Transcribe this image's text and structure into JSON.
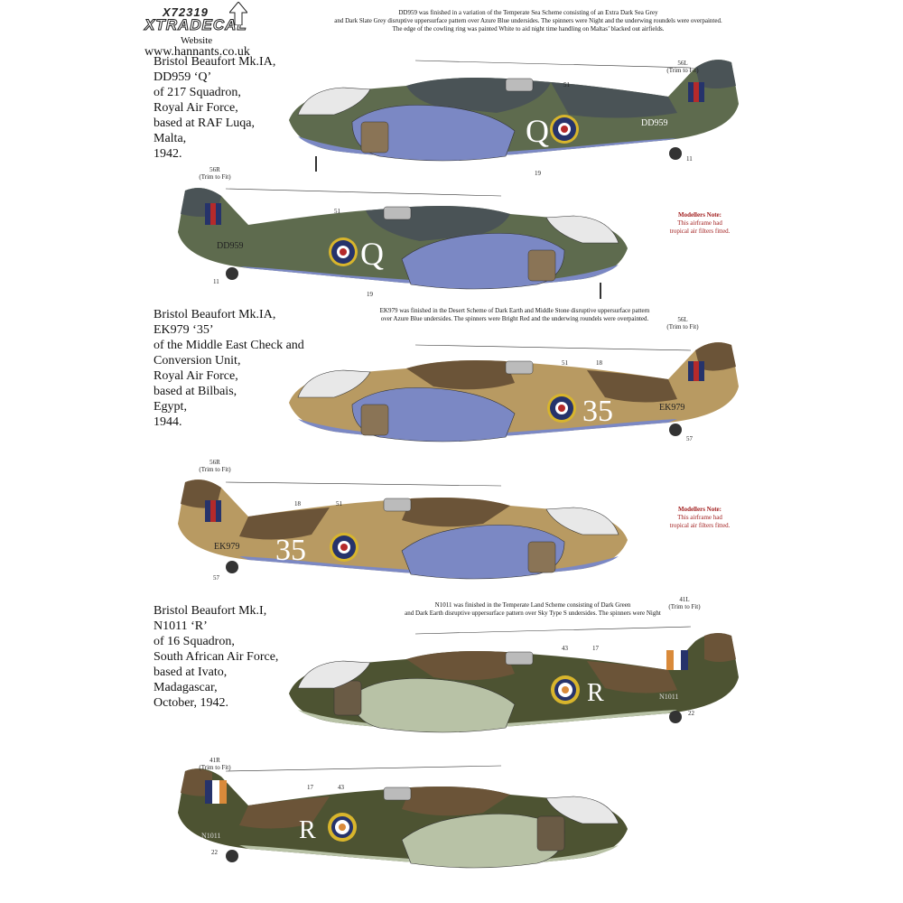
{
  "brand": {
    "code": "X72319",
    "logo": "XTRADECAL",
    "website_label": "Website",
    "url": "www.hannants.co.uk"
  },
  "profiles": [
    {
      "caption": [
        "Bristol Beaufort Mk.IA,",
        "DD959 ‘Q’",
        "of 217 Squadron,",
        "Royal Air Force,",
        "based at RAF Luqa,",
        "Malta,",
        "1942."
      ],
      "note": [
        "DD959 was finished in a variation of the Temperate Sea Scheme consisting of an Extra Dark Sea Grey",
        "and Dark Slate Grey disruptive uppersurface pattern over Azure Blue undersides. The spinners were Night and the underwing roundels were overpainted.",
        "The edge of the cowling ring was painted White to aid night time handling on Maltas’ blacked out airfields."
      ],
      "left_side": {
        "letter": "Q",
        "serial": "DD959",
        "fin_ref": "56L",
        "trim": "(Trim to Fit)",
        "roundel_ref": "51",
        "under_ref": "19",
        "wheel_ref": "11"
      },
      "right_side": {
        "letter": "Q",
        "serial": "DD959",
        "fin_ref": "56R",
        "trim": "(Trim to Fit)",
        "roundel_ref": "51",
        "under_ref": "19",
        "wheel_ref": "11"
      },
      "modellers_note": {
        "title": "Modellers Note:",
        "lines": [
          "This airframe had",
          "tropical air filters fitted."
        ]
      }
    },
    {
      "caption": [
        "Bristol Beaufort Mk.IA,",
        "EK979 ‘35’",
        "of the Middle East Check and",
        "Conversion Unit,",
        "Royal Air Force,",
        "based at Bilbais,",
        "Egypt,",
        "1944."
      ],
      "note": [
        "EK979 was finished in the Desert Scheme of Dark Earth and Middle Stone disruptive uppersurface pattern",
        "over Azure Blue undersides. The spinners were Bright Red and the underwing roundels were overpainted."
      ],
      "left_side": {
        "letter": "35",
        "serial": "EK979",
        "fin_ref": "56L",
        "trim": "(Trim to Fit)",
        "roundel_ref": "51",
        "code_ref": "18",
        "wheel_ref": "57"
      },
      "right_side": {
        "letter": "35",
        "serial": "EK979",
        "fin_ref": "56R",
        "trim": "(Trim to Fit)",
        "roundel_ref": "51",
        "code_ref": "18",
        "wheel_ref": "57"
      },
      "modellers_note": {
        "title": "Modellers Note:",
        "lines": [
          "This airframe had",
          "tropical air filters fitted."
        ]
      }
    },
    {
      "caption": [
        "Bristol Beaufort Mk.I,",
        "N1011 ‘R’",
        "of 16 Squadron,",
        "South African Air Force,",
        "based at Ivato,",
        "Madagascar,",
        "October, 1942."
      ],
      "note": [
        "N1011 was finished in the Temperate Land Scheme consisting of Dark Green",
        "and Dark Earth disruptive uppersurface pattern over Sky Type S undersides. The spinners were Night"
      ],
      "left_side": {
        "letter": "R",
        "serial": "N1011",
        "fin_ref": "41L",
        "trim": "(Trim to Fit)",
        "roundel_ref": "43",
        "code_ref": "17",
        "wheel_ref": "22"
      },
      "right_side": {
        "letter": "R",
        "serial": "N1011",
        "fin_ref": "41R",
        "trim": "(Trim to Fit)",
        "roundel_ref": "43",
        "code_ref": "17",
        "wheel_ref": "22"
      }
    }
  ],
  "colors": {
    "sea_grey": "#4a5356",
    "slate_grey": "#5e6b4e",
    "azure_blue": "#7b88c4",
    "dark_earth": "#6b5438",
    "middle_stone": "#b89a62",
    "dark_green": "#4d5332",
    "sky": "#b8c2a6",
    "roundel_blue": "#26336b",
    "roundel_red": "#b52a2a",
    "roundel_yellow": "#d8b52c",
    "saaf_orange": "#d98a3a",
    "note_red": "#a11d1d"
  }
}
